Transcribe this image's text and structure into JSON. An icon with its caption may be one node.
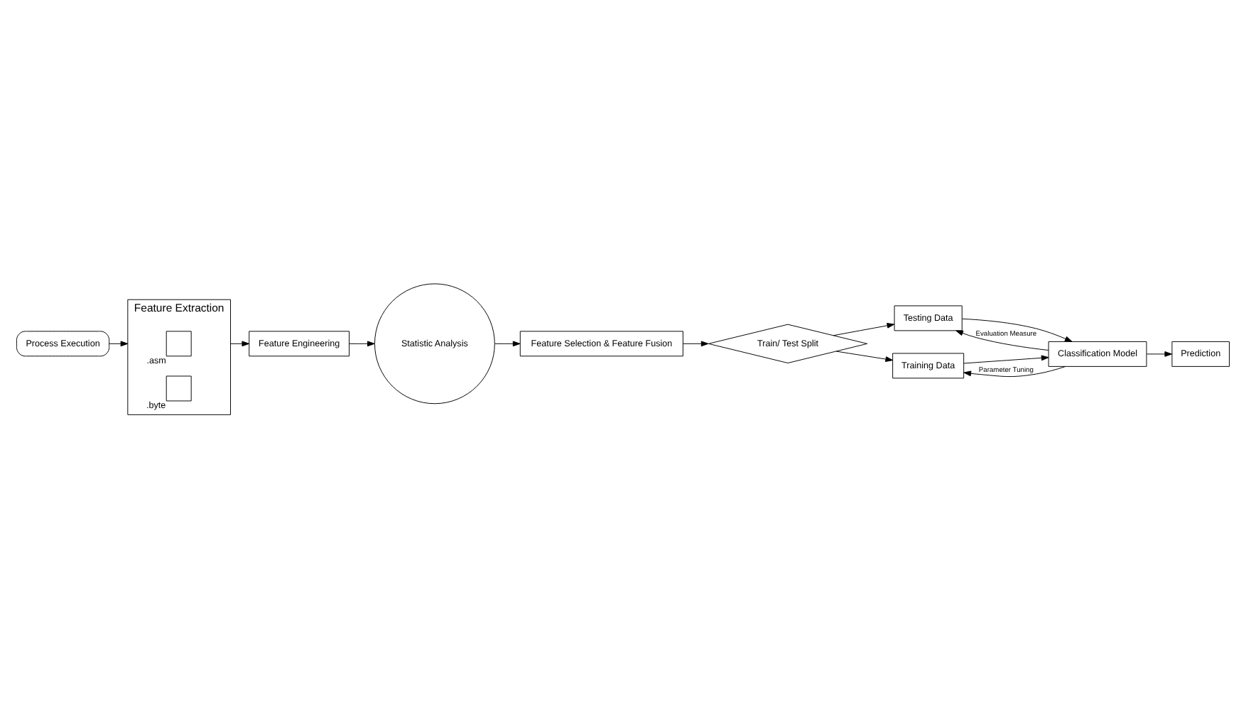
{
  "diagram": {
    "nodes": [
      {
        "text": [
          "Process Execution"
        ]
      },
      {
        "text": [
          "Feature Extraction"
        ]
      },
      {
        "text": [],
        "shape": "box",
        "in": 1,
        "beside": [
          ".asm"
        ]
      },
      {
        "text": [],
        "shape": "box",
        "in": 1,
        "beside": [
          ".byte"
        ]
      },
      {
        "text": [
          "Feature Engineering"
        ]
      },
      {
        "text": [
          "Statistic Analysis"
        ]
      },
      {
        "text": [
          "Feature Selection & Feature Fusion"
        ]
      },
      {
        "text": [
          "Train/ Test Split"
        ]
      },
      {
        "text": [
          "Testing Data"
        ]
      },
      {
        "text": [
          "Training Data"
        ]
      },
      {
        "text": [
          "Classification Model"
        ]
      },
      {
        "text": [
          "Prediction"
        ]
      }
    ],
    "edges": [
      {
        "from": 0,
        "to": 1,
        "arrow": "to"
      },
      {
        "from": 1,
        "to": 4,
        "arrow": "to"
      },
      {
        "from": 4,
        "to": 5,
        "arrow": "to"
      },
      {
        "from": 5,
        "to": 6,
        "arrow": "to"
      },
      {
        "from": 6,
        "to": 7,
        "arrow": "to"
      },
      {
        "from": 7,
        "to": 8,
        "arrow": "to"
      },
      {
        "from": 7,
        "to": 9,
        "arrow": "to"
      },
      {
        "from": 9,
        "to": 10,
        "arrow": "to"
      },
      {
        "from": 10,
        "to": 9,
        "arrow": "to",
        "label": "Parameter Tuning"
      },
      {
        "from": 8,
        "to": 10,
        "arrow": "to"
      },
      {
        "from": 10,
        "to": 8,
        "arrow": "to",
        "label": "Evaluation Measure"
      },
      {
        "from": 10,
        "to": 11,
        "arrow": "to"
      }
    ]
  }
}
